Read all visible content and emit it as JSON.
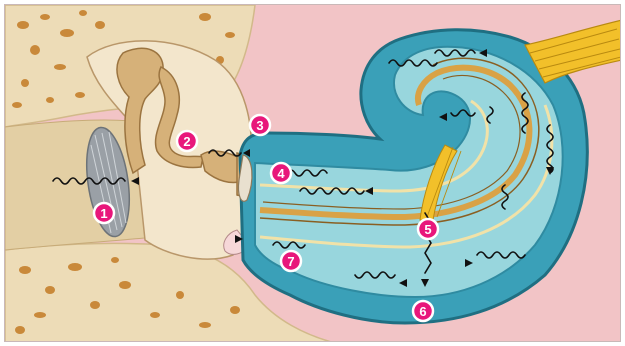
{
  "colors": {
    "background": "#f2c4c6",
    "bone": "#eddcb7",
    "bone_pores": "#c9893a",
    "ossicles": "#d6b179",
    "cochlea_fluid": "#3aa0b8",
    "cochlea_light": "#9ed9e0",
    "basilar_membrane": "#d9a246",
    "nerve": "#f2c02a",
    "marker": "#e8177b",
    "eardrum": "#9aa0a6"
  },
  "markers": [
    {
      "label": "1",
      "part": "eardrum"
    },
    {
      "label": "2",
      "part": "ossicles"
    },
    {
      "label": "3",
      "part": "oval-window"
    },
    {
      "label": "4",
      "part": "scala-vestibuli"
    },
    {
      "label": "5",
      "part": "basilar-membrane"
    },
    {
      "label": "6",
      "part": "cochlea-apex-crossing"
    },
    {
      "label": "7",
      "part": "scala-tympani"
    }
  ]
}
